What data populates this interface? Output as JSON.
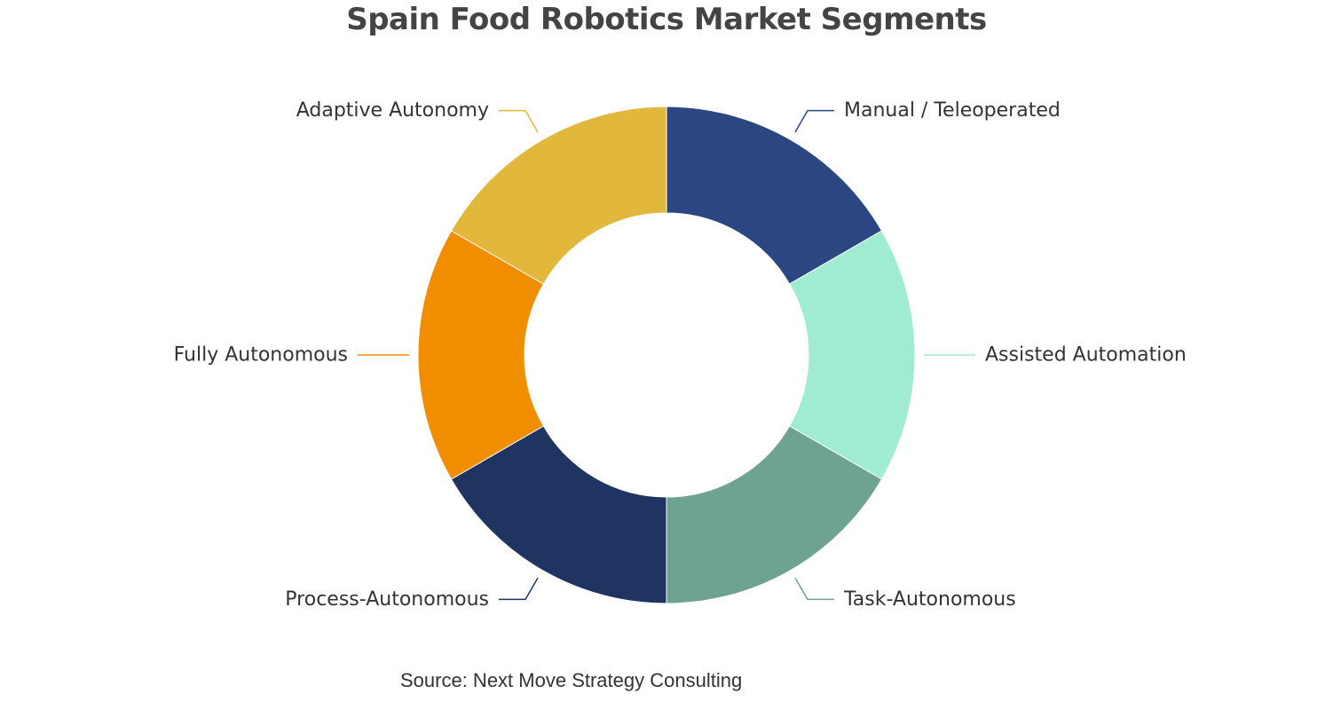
{
  "chart_data": {
    "type": "pie",
    "title": "Spain Food Robotics Market Segments",
    "donut": true,
    "categories": [
      "Manual / Teleoperated",
      "Assisted Automation",
      "Task-Autonomous",
      "Process-Autonomous",
      "Fully Autonomous",
      "Adaptive Autonomy"
    ],
    "values": [
      16.67,
      16.67,
      16.67,
      16.67,
      16.67,
      16.67
    ],
    "colors": [
      "#2b4680",
      "#a0ecd2",
      "#6ea38f",
      "#1f3461",
      "#f08e00",
      "#e1b83b"
    ],
    "legend": "none",
    "source": "Source: Next Move Strategy Consulting"
  }
}
